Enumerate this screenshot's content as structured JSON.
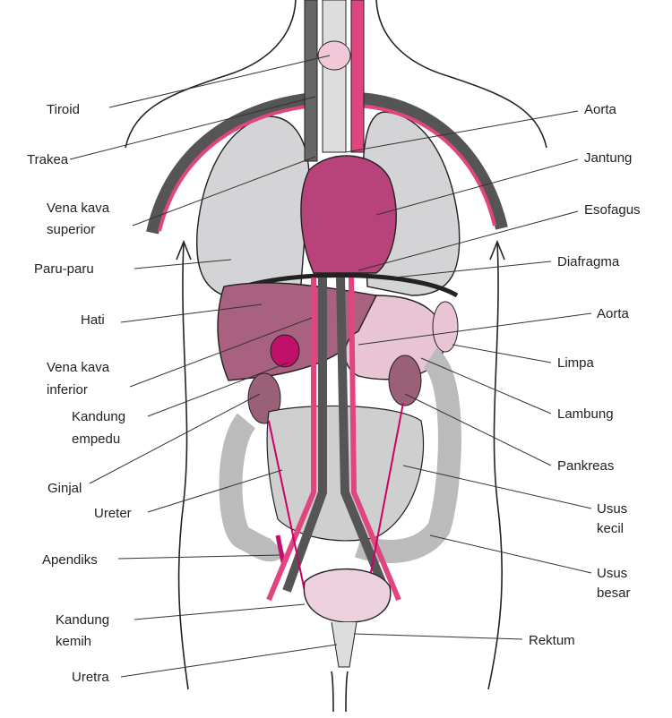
{
  "labels_left": {
    "tiroid": "Tiroid",
    "trakea": "Trakea",
    "vena_kava_superior": [
      "Vena kava",
      "superior"
    ],
    "paru_paru": "Paru-paru",
    "hati": "Hati",
    "vena_kava_inferior": [
      "Vena kava",
      "inferior"
    ],
    "kandung_empedu": [
      "Kandung",
      "empedu"
    ],
    "ginjal": "Ginjal",
    "ureter": "Ureter",
    "apendiks": "Apendiks",
    "kandung_kemih": [
      "Kandung",
      "kemih"
    ],
    "uretra": "Uretra"
  },
  "labels_right": {
    "aorta_top": "Aorta",
    "jantung": "Jantung",
    "esofagus": "Esofagus",
    "diafragma": "Diafragma",
    "aorta_abdominal": "Aorta",
    "limpa": "Limpa",
    "lambung": "Lambung",
    "pankreas": "Pankreas",
    "usus_kecil": [
      "Usus",
      "kecil"
    ],
    "usus_besar": [
      "Usus",
      "besar"
    ],
    "rektum": "Rektum"
  },
  "colors": {
    "lung": "#d4d4d6",
    "heart": "#b8437a",
    "liver": "#a8617f",
    "stomach": "#e8c4d4",
    "vessel_pink": "#e0457f",
    "vessel_gray": "#6a6a6a",
    "intestine": "#e4e4e4",
    "bladder": "#ecd0de",
    "kidney": "#9a6078",
    "gallbladder": "#c0106a"
  }
}
